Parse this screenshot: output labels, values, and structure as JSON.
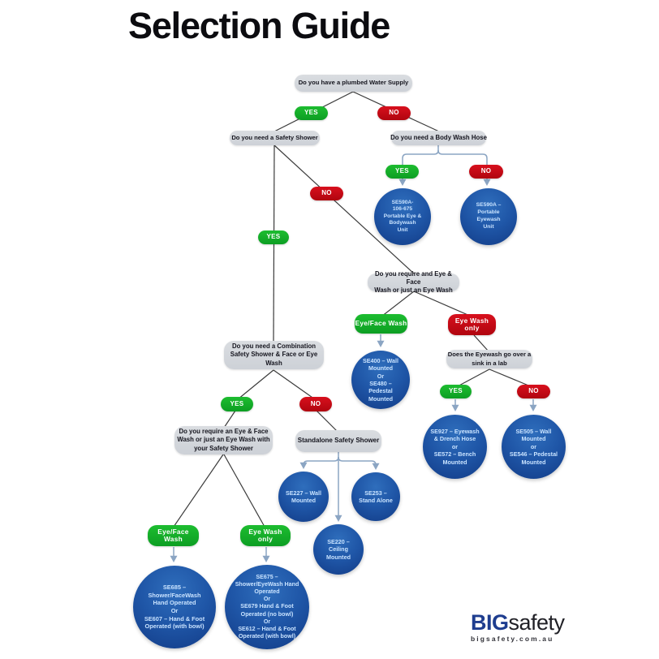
{
  "title": "Selection Guide",
  "questions": {
    "water_supply": "Do you have a plumbed Water Supply",
    "safety_shower": "Do you need a Safety Shower",
    "body_wash_hose": "Do you need a Body Wash Hose",
    "eye_face_or_eye": "Do you require and Eye & Face\nWash or just an Eye Wash",
    "sink_in_lab": "Does the Eyewash go over a\nsink in a lab",
    "combination": "Do you need a Combination\nSafety Shower & Face or Eye\nWash",
    "with_your_shower": "Do you require an Eye & Face\nWash or just an Eye Wash with\nyour Safety Shower",
    "standalone": "Standalone Safety Shower"
  },
  "answers": {
    "yes": "YES",
    "no": "NO",
    "eye_face_wash": "Eye/Face Wash",
    "eye_wash_only_stacked": "Eye Wash\nonly",
    "eye_wash_only": "Eye Wash only"
  },
  "products": {
    "se590a_combo": "SE590A-\n106-675\nPortable Eye &\nBodywash\nUnit",
    "se590a": "SE590A –\nPortable\nEyewash\nUnit",
    "se400": "SE400 – Wall\nMounted\nOr\nSE480 –\nPedestal\nMounted",
    "se927": "SE927 – Eyewash\n& Drench Hose\nor\nSE572 – Bench\nMounted",
    "se505": "SE505 – Wall\nMounted\nor\nSE546 – Pedestal\nMounted",
    "se227": "SE227 – Wall\nMounted",
    "se253": "SE253 –\nStand Alone",
    "se220": "SE220 –\nCeiling\nMounted",
    "se685": "SE685 –\nShower/FaceWash\nHand Operated\nOr\nSE607 – Hand & Foot\nOperated (with bowl)",
    "se675": "SE675 –\nShower/EyeWash Hand\nOperated\nOr\nSE679 Hand & Foot\nOperated (no bowl)\nOr\nSE612 – Hand & Foot\nOperated (with bowl)"
  },
  "logo": {
    "brand_bold": "BIG",
    "brand_light": "safety",
    "website": "bigsafety.com.au"
  },
  "colors": {
    "yes_green": "#12AF29",
    "no_red": "#CB0914",
    "circle_blue": "#1A4C9E",
    "box_gray": "#D4D7DB",
    "connector_blue": "#8BA5C3",
    "line_black": "#3B3B3B"
  }
}
